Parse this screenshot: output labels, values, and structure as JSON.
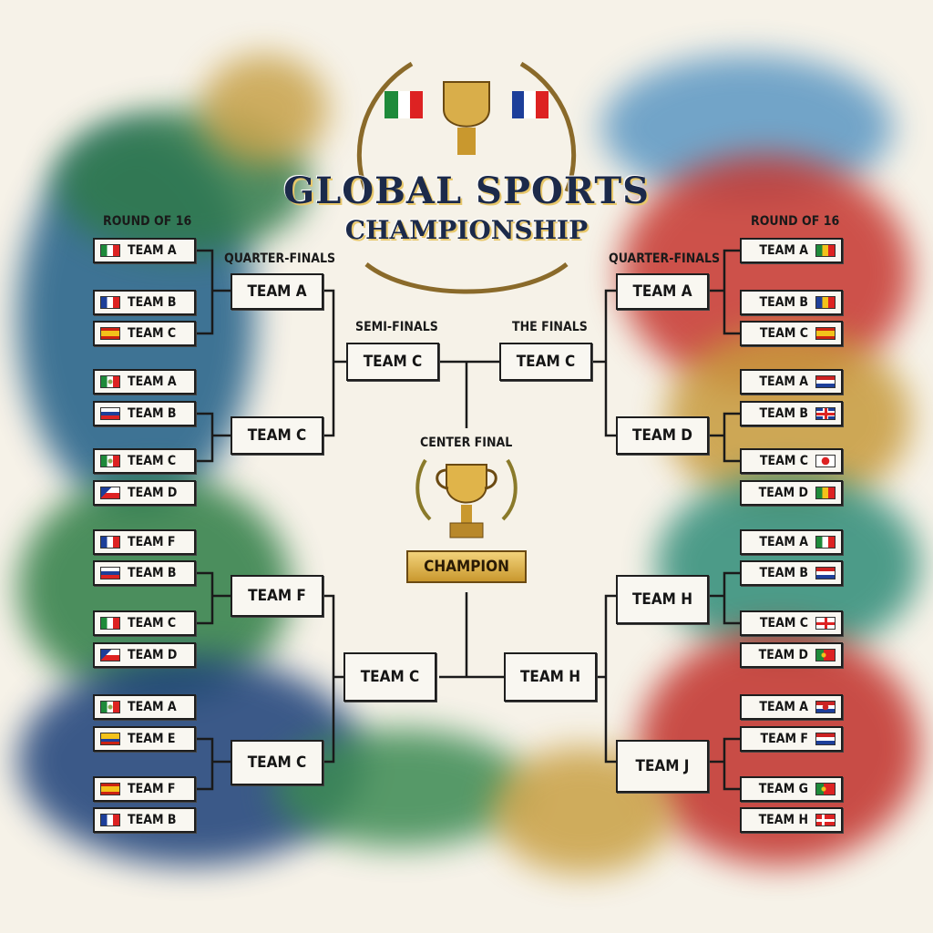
{
  "title": {
    "line1": "GLOBAL SPORTS",
    "line2": "CHAMPIONSHIP"
  },
  "labels": {
    "round_of_16_left": "ROUND OF 16",
    "quarter_finals_left": "QUARTER-FINALS",
    "semi_finals": "SEMI-FINALS",
    "the_finals": "THE FINALS",
    "quarter_finals_right": "QUARTER-FINALS",
    "round_of_16_right": "ROUND OF 16",
    "center_final": "CENTER FINAL",
    "champion": "CHAMPION"
  },
  "left_round_of_16": [
    {
      "team": "TEAM A",
      "flag": "italy"
    },
    {
      "team": "TEAM B",
      "flag": "france"
    },
    {
      "team": "TEAM C",
      "flag": "spain"
    },
    {
      "team": "TEAM A",
      "flag": "mexico"
    },
    {
      "team": "TEAM B",
      "flag": "russia"
    },
    {
      "team": "TEAM C",
      "flag": "mexico"
    },
    {
      "team": "TEAM D",
      "flag": "czech"
    },
    {
      "team": "TEAM F",
      "flag": "france"
    },
    {
      "team": "TEAM B",
      "flag": "russia"
    },
    {
      "team": "TEAM C",
      "flag": "italy"
    },
    {
      "team": "TEAM D",
      "flag": "czech"
    },
    {
      "team": "TEAM A",
      "flag": "mexico"
    },
    {
      "team": "TEAM E",
      "flag": "colombia"
    },
    {
      "team": "TEAM F",
      "flag": "spain"
    },
    {
      "team": "TEAM B",
      "flag": "france"
    }
  ],
  "right_round_of_16": [
    {
      "team": "TEAM A",
      "flag": "mali"
    },
    {
      "team": "TEAM B",
      "flag": "romania"
    },
    {
      "team": "TEAM C",
      "flag": "spain"
    },
    {
      "team": "TEAM A",
      "flag": "netherlands"
    },
    {
      "team": "TEAM B",
      "flag": "uk"
    },
    {
      "team": "TEAM C",
      "flag": "japan"
    },
    {
      "team": "TEAM D",
      "flag": "mali"
    },
    {
      "team": "TEAM A",
      "flag": "italy"
    },
    {
      "team": "TEAM B",
      "flag": "netherlands"
    },
    {
      "team": "TEAM C",
      "flag": "england"
    },
    {
      "team": "TEAM D",
      "flag": "portugal"
    },
    {
      "team": "TEAM A",
      "flag": "croatia"
    },
    {
      "team": "TEAM F",
      "flag": "netherlands"
    },
    {
      "team": "TEAM G",
      "flag": "portugal"
    },
    {
      "team": "TEAM H",
      "flag": "denmark"
    }
  ],
  "left_quarter_finals": [
    "TEAM A",
    "TEAM C",
    "TEAM F",
    "TEAM C"
  ],
  "right_quarter_finals": [
    "TEAM A",
    "TEAM D",
    "TEAM H",
    "TEAM J"
  ],
  "left_semi_finals": [
    "TEAM C",
    "TEAM C"
  ],
  "right_finals": [
    "TEAM C",
    "TEAM H"
  ]
}
